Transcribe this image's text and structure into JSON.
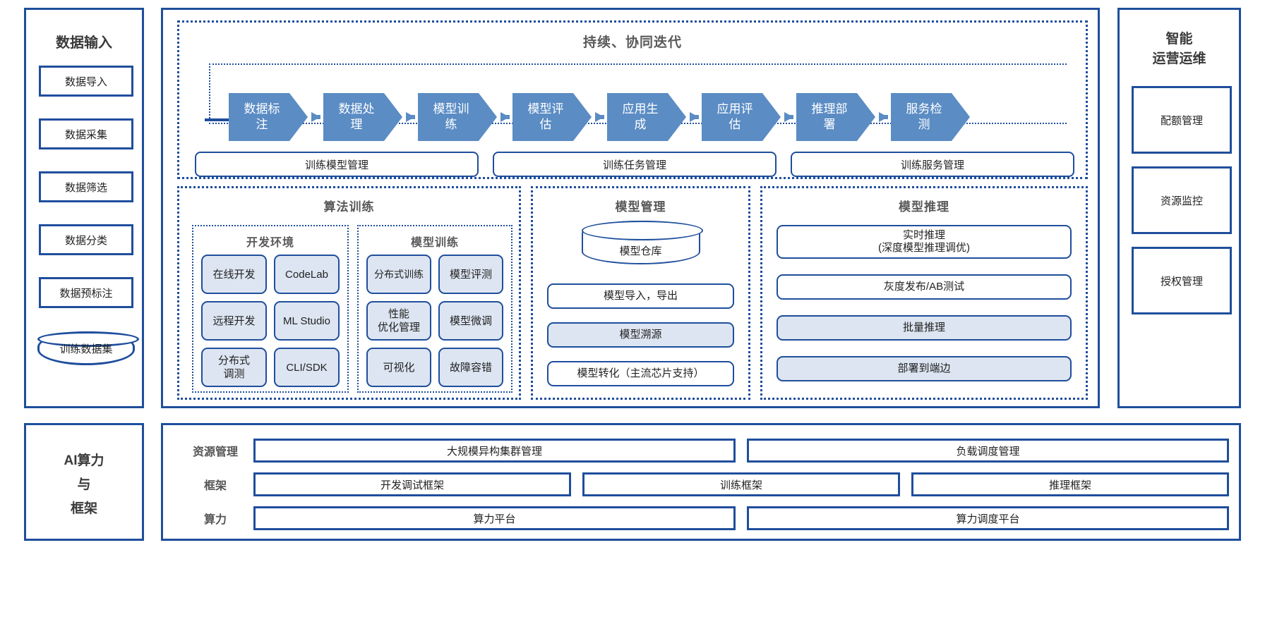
{
  "left_column": {
    "title": "数据输入",
    "items": [
      {
        "label": "数据导入",
        "shape": "rect"
      },
      {
        "label": "数据采集",
        "shape": "rect"
      },
      {
        "label": "数据筛选",
        "shape": "rect"
      },
      {
        "label": "数据分类",
        "shape": "rect"
      },
      {
        "label": "数据预标注",
        "shape": "rect"
      },
      {
        "label": "训练数据集",
        "shape": "cylinder"
      }
    ]
  },
  "iteration": {
    "title": "持续、协同迭代",
    "pipeline": [
      "数据标注",
      "数据处理",
      "模型训练",
      "模型评估",
      "应用生成",
      "应用评估",
      "推理部署",
      "服务检测"
    ],
    "management": [
      "训练模型管理",
      "训练任务管理",
      "训练服务管理"
    ]
  },
  "algorithm_training": {
    "title": "算法训练",
    "groups": [
      {
        "title": "开发环境",
        "chips": [
          "在线开发",
          "CodeLab",
          "远程开发",
          "ML Studio",
          "分布式\n调测",
          "CLI/SDK"
        ]
      },
      {
        "title": "模型训练",
        "chips": [
          "分布式训练",
          "模型评测",
          "性能\n优化管理",
          "模型微调",
          "可视化",
          "故障容错"
        ]
      }
    ]
  },
  "model_management": {
    "title": "模型管理",
    "repository": "模型仓库",
    "items": [
      {
        "label": "模型导入，导出",
        "filled": false
      },
      {
        "label": "模型溯源",
        "filled": true
      },
      {
        "label": "模型转化（主流芯片支持）",
        "filled": false
      }
    ]
  },
  "model_inference": {
    "title": "模型推理",
    "items": [
      {
        "label": "实时推理\n(深度模型推理调优)",
        "filled": false
      },
      {
        "label": "灰度发布/AB测试",
        "filled": false
      },
      {
        "label": "批量推理",
        "filled": true
      },
      {
        "label": "部署到端边",
        "filled": true
      }
    ]
  },
  "right_column": {
    "title": "智能\n运营运维",
    "items": [
      "配额管理",
      "资源监控",
      "授权管理"
    ]
  },
  "bottom": {
    "title": "AI算力\n与\n框架",
    "rows": [
      {
        "label": "资源管理",
        "boxes": [
          {
            "label": "大规模异构集群管理",
            "flex": 1
          },
          {
            "label": "负载调度管理",
            "flex": 1
          }
        ]
      },
      {
        "label": "框架",
        "boxes": [
          {
            "label": "开发调试框架",
            "flex": 1
          },
          {
            "label": "训练框架",
            "flex": 1
          },
          {
            "label": "推理框架",
            "flex": 1
          }
        ]
      },
      {
        "label": "算力",
        "boxes": [
          {
            "label": "算力平台",
            "flex": 1
          },
          {
            "label": "算力调度平台",
            "flex": 1
          }
        ]
      }
    ]
  },
  "colors": {
    "border_blue": "#1f4e9c",
    "chevron_blue": "#5b8cc4",
    "chip_fill": "#dce5f1",
    "title_gray": "#595959"
  }
}
